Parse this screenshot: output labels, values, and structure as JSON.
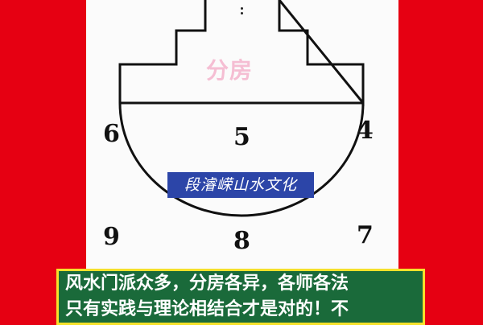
{
  "diagram": {
    "watermark": "分房",
    "brand": "段濬嵘山水文化",
    "sections": [
      {
        "id": "n6",
        "label": "6"
      },
      {
        "id": "n5",
        "label": "5"
      },
      {
        "id": "n4",
        "label": "4"
      },
      {
        "id": "n9",
        "label": "9"
      },
      {
        "id": "n8",
        "label": "8"
      },
      {
        "id": "n7",
        "label": "7"
      }
    ]
  },
  "caption": {
    "line1": "风水门派众多，分房各异，各师各法",
    "line2": "只有实践与理论相结合才是对的！不"
  },
  "colors": {
    "background": "#e60012",
    "panel": "#fbfbfb",
    "brand_bg": "#2c45a8",
    "caption_bg": "#1a6a3a",
    "caption_border": "#f5e12b",
    "watermark": "#f5b8cf"
  }
}
